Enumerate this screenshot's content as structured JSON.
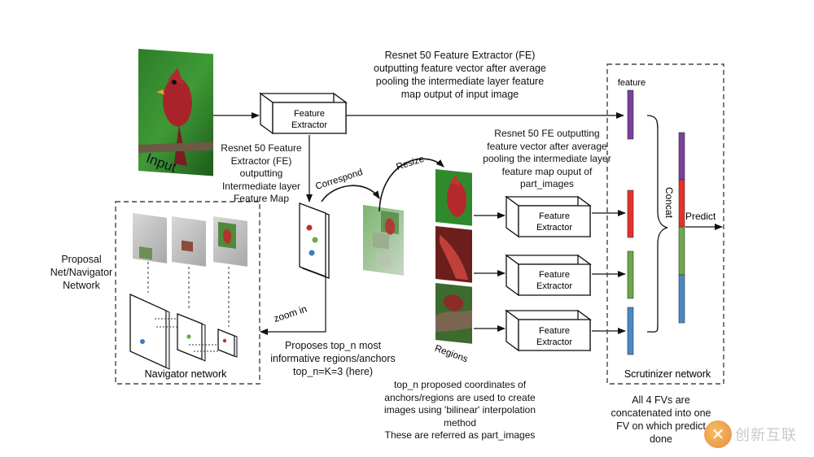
{
  "labels": {
    "input": "Input",
    "feature_extractor_line1": "Feature",
    "feature_extractor_line2": "Extractor",
    "correspond": "Correspond",
    "resize": "Resize",
    "zoom_in": "zoom in",
    "regions": "Regions",
    "navigator_network": "Navigator network",
    "scrutinizer_network": "Scrutinizer network",
    "feature": "feature",
    "concat": "Concat",
    "predict": "Predict"
  },
  "annotations": {
    "top_fe": [
      "Resnet 50 Feature Extractor (FE)",
      "outputting feature vector after average",
      "pooling the intermediate layer feature",
      "map output of input image"
    ],
    "left_fe": [
      "Resnet 50 Feature",
      "Extractor (FE)",
      "outputting",
      "Intermediate layer",
      "Feature Map"
    ],
    "part_fe": [
      "Resnet 50 FE outputting",
      "feature vector after average",
      "pooling the intermediate layer",
      "feature map ouput of",
      "part_images"
    ],
    "proposal_net": [
      "Proposal",
      "Net/Navigator",
      "Network"
    ],
    "proposes": [
      "Proposes top_n most",
      "informative regions/anchors",
      "top_n=K=3 (here)"
    ],
    "top_n_coords": [
      "top_n proposed coordinates of",
      "anchors/regions are used to create",
      "images using 'bilinear' interpolation",
      "method",
      "These are referred as part_images"
    ],
    "all_fvs": [
      "All 4 FVs are",
      "concatenated into one",
      "FV on which predict",
      "done"
    ]
  },
  "watermark": {
    "symbol": "✕",
    "text": "创新互联"
  },
  "colors": {
    "feature_purple": "#7b3fa0",
    "red": "#e8302a",
    "green": "#6ea84a",
    "blue": "#4a88c8",
    "dashed_border": "#444444"
  }
}
